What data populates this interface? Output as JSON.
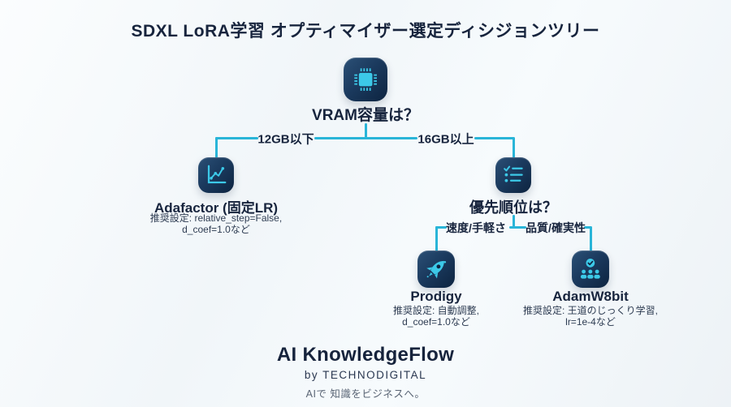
{
  "title": "SDXL LoRA学習 オプティマイザー選定ディシジョンツリー",
  "root": {
    "question": "VRAM容量は？"
  },
  "level1": {
    "left_label": "12GB以下",
    "right_label": "16GB以上"
  },
  "nodes": {
    "adafactor": {
      "title": "Adafactor (固定LR)",
      "note1": "推奨設定: relative_step=False,",
      "note2": "d_coef=1.0など"
    },
    "priority": {
      "question": "優先順位は？"
    },
    "prodigy": {
      "title": "Prodigy",
      "note1": "推奨設定: 自動調整,",
      "note2": "d_coef=1.0など"
    },
    "adamw8bit": {
      "title": "AdamW8bit",
      "note1": "推奨設定: 王道のじっくり学習,",
      "note2": "lr=1e-4など"
    }
  },
  "level2": {
    "left_label": "速度/手軽さ",
    "right_label": "品質/確実性"
  },
  "footer": {
    "brand": "AI KnowledgeFlow",
    "byline": "by TECHNODIGITAL",
    "tagline": "AIで 知識をビジネスへ。"
  },
  "colors": {
    "accent_cyan": "#29b5d8",
    "icon_glyph_cyan": "#3cc9e8",
    "tile_navy": "#12304f",
    "text_navy": "#17243d"
  }
}
